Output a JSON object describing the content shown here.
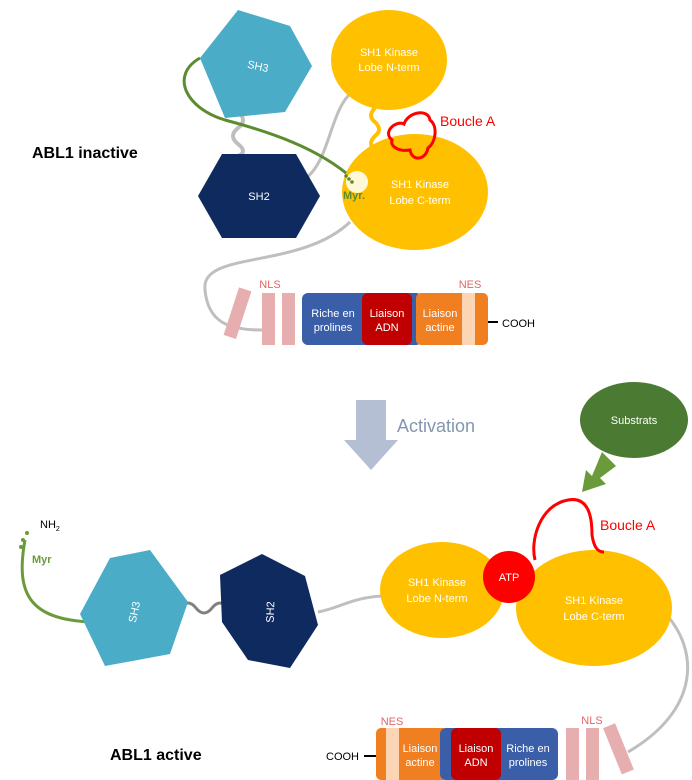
{
  "inactive": {
    "title": "ABL1 inactive",
    "sh3": "SH3",
    "sh2": "SH2",
    "kinase_n": [
      "SH1 Kinase",
      "Lobe N-term"
    ],
    "kinase_c": [
      "SH1 Kinase",
      "Lobe C-term"
    ],
    "myr": "Myr.",
    "loop": "Boucle A",
    "nls": "NLS",
    "nes": "NES",
    "pro_rich": [
      "Riche en",
      "prolines"
    ],
    "dna_binding": [
      "Liaison",
      "ADN"
    ],
    "actin_binding": [
      "Liaison",
      "actine"
    ],
    "cooh": "COOH"
  },
  "transition": {
    "activation": "Activation",
    "substrates": "Substrats"
  },
  "active": {
    "title": "ABL1 active",
    "nh2": "NH",
    "nh2_sub": "2",
    "myr": "Myr",
    "sh3": "SH3",
    "sh2": "SH2",
    "kinase_n": [
      "SH1 Kinase",
      "Lobe N-term"
    ],
    "kinase_c": [
      "SH1 Kinase",
      "Lobe C-term"
    ],
    "atp": "ATP",
    "loop": "Boucle A",
    "nes": "NES",
    "nls": "NLS",
    "actin_binding": [
      "Liaison",
      "actine"
    ],
    "dna_binding": [
      "Liaison",
      "ADN"
    ],
    "pro_rich": [
      "Riche en",
      "prolines"
    ],
    "cooh": "COOH"
  },
  "colors": {
    "sh3": "#4aacc6",
    "sh2": "#0e2a5e",
    "kinase": "#ffc000",
    "loop": "#ff0000",
    "myr": "#6b9a3a",
    "linker": "#bfbfbf",
    "nls": "#e6aeae",
    "pro_rich": "#3a5fa8",
    "dna": "#c00000",
    "actin": "#f07f22",
    "arrow": "#b4bfd3",
    "substrat": "#4b7a32",
    "atp": "#ff0000"
  }
}
